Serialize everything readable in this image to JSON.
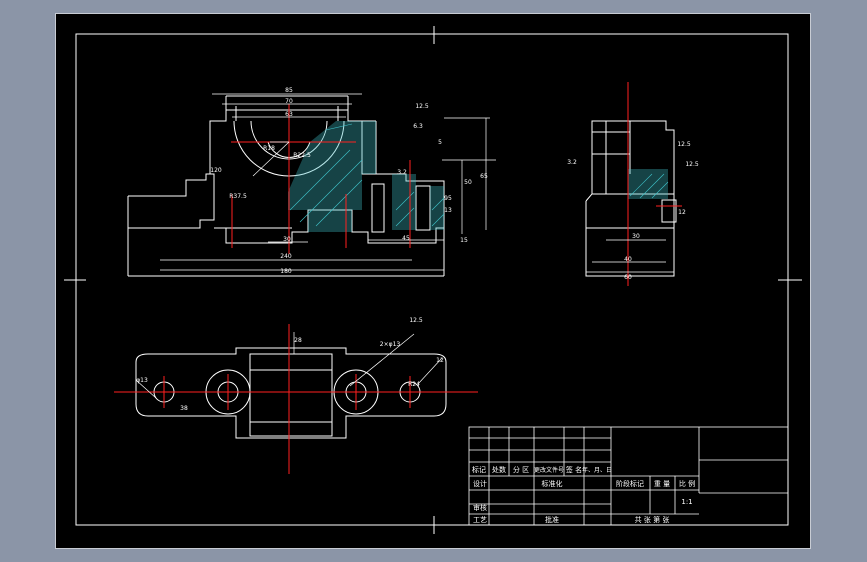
{
  "drawing": {
    "colors": {
      "background": "#000000",
      "outer_bg": "#8b95a7",
      "line": "#ffffff",
      "center_line": "#ff2020",
      "hatch": "#3fc1c9"
    },
    "front_view": {
      "dims": [
        "85",
        "70",
        "63",
        "120",
        "R22.5",
        "R18",
        "R37.5",
        "30",
        "45",
        "240",
        "180",
        "95",
        "50",
        "65",
        "5",
        "13",
        "15",
        "12.5",
        "6.3",
        "3.2"
      ]
    },
    "side_view": {
      "dims": [
        "3.2",
        "12.5",
        "30",
        "40",
        "60",
        "12.5",
        "12"
      ]
    },
    "top_view": {
      "dims": [
        "28",
        "φ13",
        "38",
        "2×φ13",
        "12.5",
        "R24",
        "12"
      ]
    },
    "title_block": {
      "rev_headers": [
        "标记",
        "处数",
        "分 区",
        "更改文件号",
        "签 名",
        "年、月、日"
      ],
      "design": "设计",
      "standard": "标准化",
      "stage_mark": "阶段标记",
      "weight": "重 量",
      "scale_label": "比 例",
      "scale_value": "1:1",
      "review": "审核",
      "process": "工艺",
      "approve": "批准",
      "sheets": "共 张 第 张"
    }
  }
}
